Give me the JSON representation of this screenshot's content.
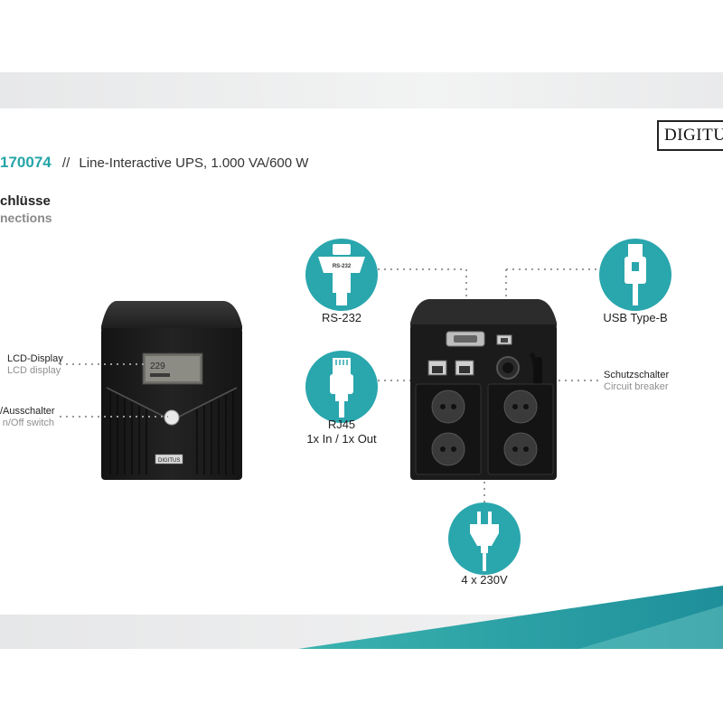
{
  "brand": {
    "name": "DIGITU"
  },
  "header": {
    "number": "170074",
    "separator": "//",
    "title": "Line-Interactive UPS, 1.000 VA/600 W"
  },
  "section": {
    "title_de": "chlüsse",
    "title_en": "nections"
  },
  "front": {
    "lcd": {
      "de": "LCD-Display",
      "en": "LCD display"
    },
    "switch": {
      "de": "/Ausschalter",
      "en": "n/Off switch"
    },
    "screen_reading": "229",
    "badge": "DIGITUS"
  },
  "connectors": {
    "rs232": {
      "caption": "RS-232",
      "plate": "RS-232"
    },
    "rj45": {
      "caption_line1": "RJ45",
      "caption_line2": "1x In / 1x Out"
    },
    "usb": {
      "caption": "USB Type-B"
    },
    "power": {
      "caption": "4 x 230V"
    }
  },
  "rear": {
    "breaker": {
      "de": "Schutzschalter",
      "en": "Circuit breaker"
    }
  },
  "colors": {
    "accent": "#2aa6ad",
    "number": "#25a5a8"
  },
  "icons": [
    "serial-connector-icon",
    "ethernet-plug-icon",
    "usb-plug-icon",
    "power-plug-icon"
  ]
}
